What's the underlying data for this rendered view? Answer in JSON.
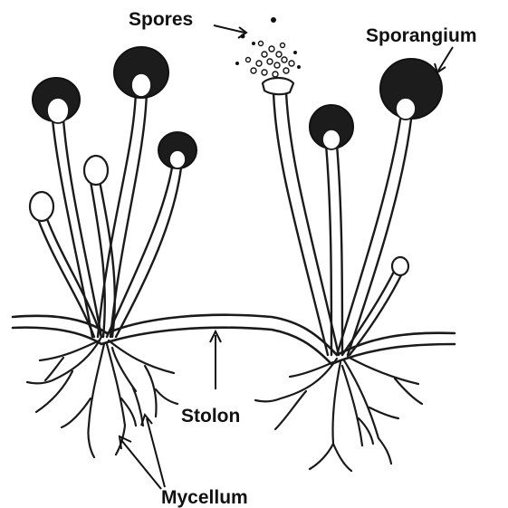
{
  "labels": {
    "spores": "Spores",
    "sporangium": "Sporangium",
    "stolon": "Stolon",
    "mycelium": "Mycellum"
  }
}
